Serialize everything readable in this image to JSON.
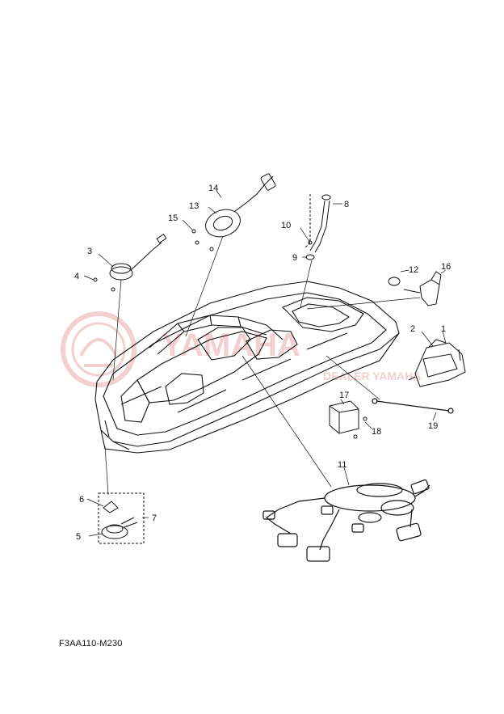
{
  "diagram": {
    "code": "F3AA110-M230",
    "callouts": [
      "1",
      "2",
      "3",
      "4",
      "5",
      "6",
      "7",
      "8",
      "9",
      "10",
      "11",
      "12",
      "13",
      "14",
      "15",
      "16",
      "17",
      "18",
      "19"
    ]
  },
  "watermark": {
    "line1": "YAMAHA",
    "line2": "DEALER YAMAHA",
    "brand_color": "#e9a9ab"
  }
}
